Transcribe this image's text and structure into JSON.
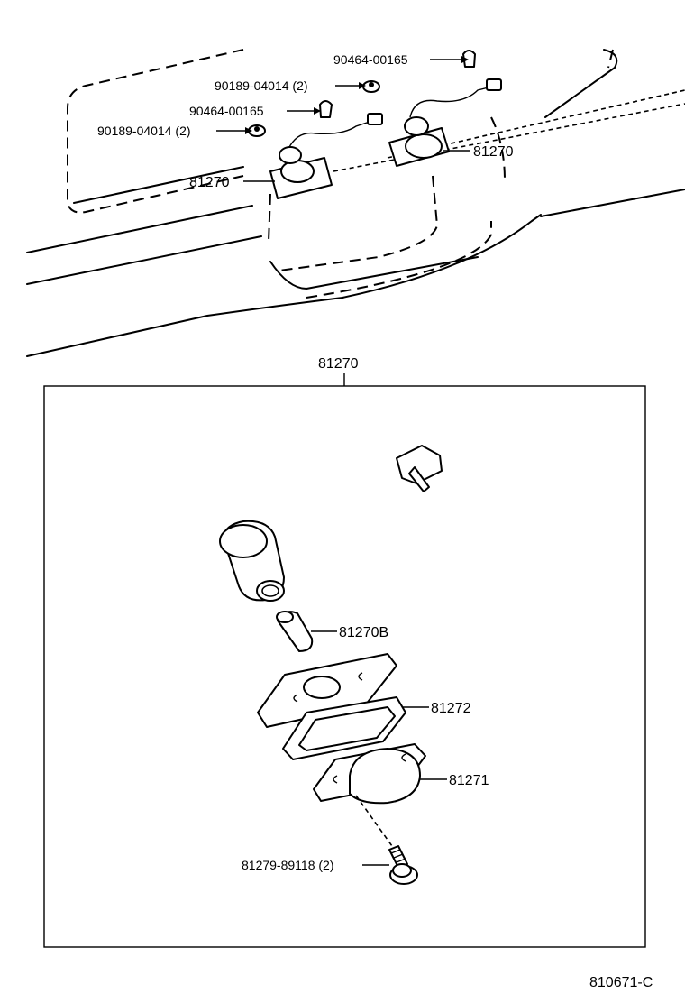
{
  "figure_code": "810671-C",
  "callouts": {
    "clamp_upper": "90464-00165",
    "grommet_upper": "90189-04014 (2)",
    "clamp_lower": "90464-00165",
    "grommet_lower": "90189-04014 (2)",
    "lamp_left": "81270",
    "lamp_right": "81270",
    "assembly": "81270",
    "bulb": "81270B",
    "gasket": "81272",
    "lens": "81271",
    "screw": "81279-89118 (2)"
  }
}
